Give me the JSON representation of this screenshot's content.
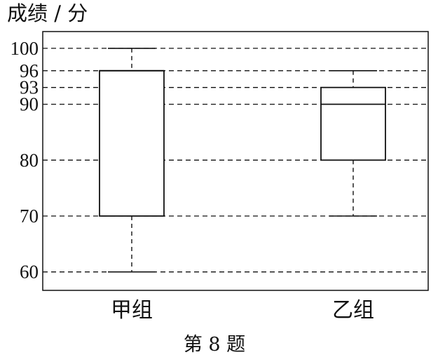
{
  "chart_data": {
    "type": "box",
    "ylabel": "成绩 / 分",
    "caption": "第 8 题",
    "categories": [
      "甲组",
      "乙组"
    ],
    "boxes": [
      {
        "category": "甲组",
        "min": 60,
        "q1": 70,
        "median": 96,
        "q3": 96,
        "max": 100
      },
      {
        "category": "乙组",
        "min": 70,
        "q1": 80,
        "median": 90,
        "q3": 93,
        "max": 96
      }
    ],
    "yticks": [
      60,
      70,
      80,
      90,
      93,
      96,
      100
    ],
    "ylim": [
      56.7,
      103
    ],
    "reference_lines": [
      60,
      70,
      80,
      90,
      93,
      96,
      100
    ],
    "reference_line_style": "dashed",
    "grid": false,
    "legend": "none"
  }
}
